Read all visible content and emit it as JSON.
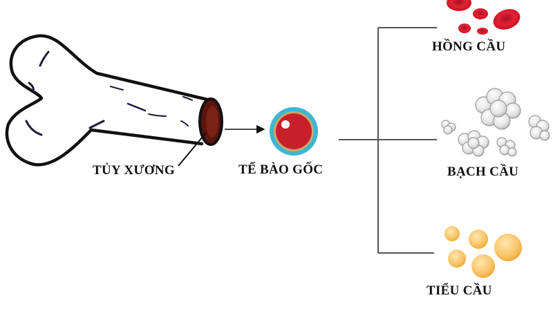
{
  "labels": {
    "bone_marrow": "TỦY XƯƠNG",
    "stem_cell": "TẾ BÀO GỐC",
    "red_blood_cells": "HỒNG CẦU",
    "white_blood_cells": "BẠCH CẦU",
    "platelets": "TIỂU CẦU"
  },
  "colors": {
    "marrow": "#6b1a10",
    "stem_cell_outer": "#3cb6d3",
    "stem_cell_ring": "#c9a86a",
    "stem_cell_inner": "#c8202a",
    "red_blood_cell": "#d8192b",
    "white_blood_cell": "#dcdcdc",
    "platelet": "#f7bd5a",
    "connector_line": "#555555"
  }
}
